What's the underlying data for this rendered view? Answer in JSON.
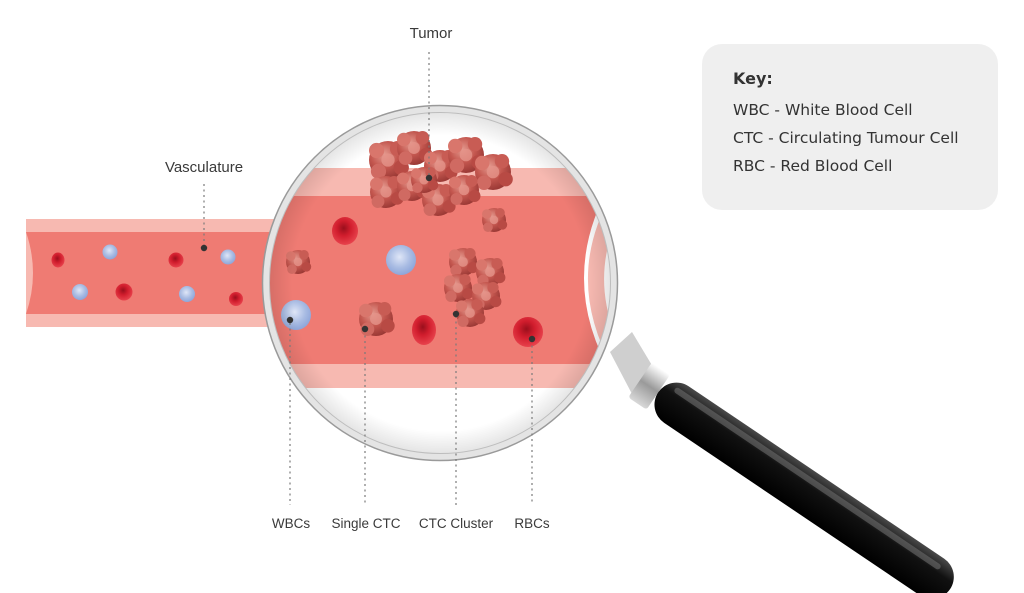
{
  "labels": {
    "tumor": "Tumor",
    "vasculature": "Vasculature",
    "wbcs": "WBCs",
    "single_ctc": "Single CTC",
    "ctc_cluster": "CTC Cluster",
    "rbcs": "RBCs"
  },
  "key": {
    "title": "Key:",
    "entries": [
      "WBC - White Blood Cell",
      "CTC - Circulating Tumour Cell",
      "RBC - Red Blood Cell"
    ]
  },
  "colors": {
    "vessel_wall": "#f7b9b1",
    "vessel_lumen": "#ef7b73",
    "rbc": "#d42030",
    "wbc": "#a7b9e0",
    "ctc": "#c95a52",
    "handle": "#1c1c1c",
    "key_background": "#efefef"
  }
}
